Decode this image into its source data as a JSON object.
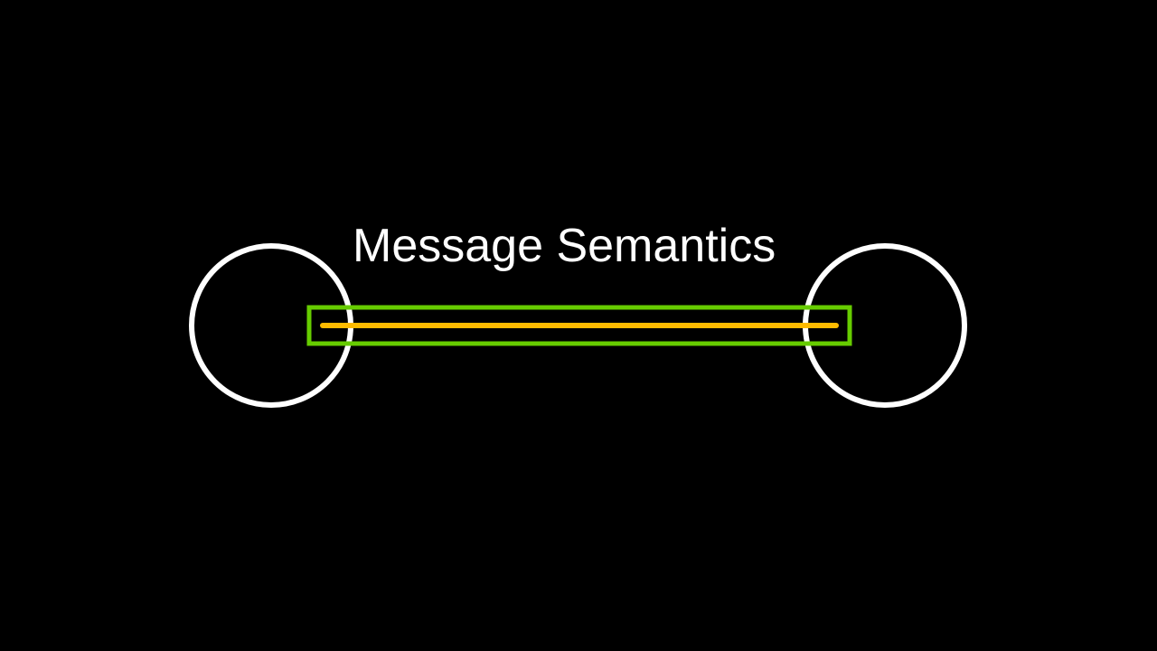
{
  "slide": {
    "title": "Message Semantics"
  },
  "colors": {
    "background": "#000000",
    "node_stroke": "#ffffff",
    "channel_box": "#66cc00",
    "message_line": "#ffbb00"
  },
  "icons": {
    "left_node": "circle-outline",
    "right_node": "circle-outline"
  }
}
